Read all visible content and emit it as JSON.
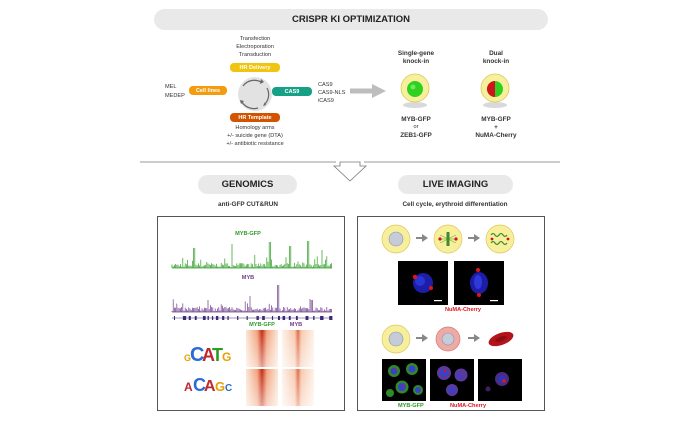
{
  "header": {
    "title": "CRISPR KI OPTIMIZATION"
  },
  "workflow": {
    "delivery_methods": [
      "Transfection",
      "Electroporation",
      "Transduction"
    ],
    "hr_delivery_label": "HR Delivery",
    "hr_template_label": "HR Template",
    "cell_lines_label": "Cell lines",
    "cell_lines": [
      "MEL",
      "MEDEP"
    ],
    "cas9_label": "CAS9",
    "cas9_variants": [
      "CAS9",
      "CAS9-NLS",
      "iCAS9"
    ],
    "template_options": [
      "Homology arms",
      "+/- suicide gene (DTA)",
      "+/- antibiotic resistance"
    ]
  },
  "outcomes": {
    "single": {
      "title_line1": "Single-gene",
      "title_line2": "knock-in",
      "gene1": "MYB-GFP",
      "or_label": "or",
      "gene2": "ZEB1-GFP"
    },
    "dual": {
      "title_line1": "Dual",
      "title_line2": "knock-in",
      "gene1": "MYB-GFP",
      "plus_label": "+",
      "gene2": "NuMA-Cherry"
    }
  },
  "genomics": {
    "title": "GENOMICS",
    "subtitle": "anti-GFP CUT&RUN",
    "track1_label": "MYB-GFP",
    "track2_label": "MYB",
    "heatmap1_label": "MYB-GFP",
    "heatmap2_label": "MYB"
  },
  "live_imaging": {
    "title": "LIVE IMAGING",
    "subtitle": "Cell cycle, erythroid differentiation",
    "mitosis_label": "NuMA-Cherry",
    "bottom_label_green": "MYB-GFP",
    "bottom_label_red": "NuMA-Cherry"
  },
  "colors": {
    "hr_delivery": "#f1c40f",
    "hr_template": "#d35400",
    "cell_lines": "#f39c12",
    "cas9": "#16a085",
    "gfp_green": "#2e9b24",
    "myb_purple": "#6b3d8a",
    "cherry_red": "#e0141e"
  }
}
